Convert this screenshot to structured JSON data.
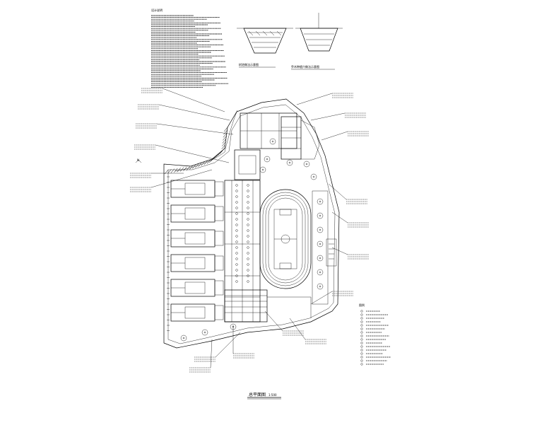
{
  "drawing": {
    "plan_title": "总平面图",
    "plan_scale": "1:500",
    "detail_left_title": "树池做法示意图",
    "detail_right_title": "乔木种植穴做法示意图",
    "notes_heading": "设计说明",
    "legend_heading": "图例",
    "north": "N",
    "colors": {
      "line": "#000000",
      "background": "#ffffff"
    }
  }
}
